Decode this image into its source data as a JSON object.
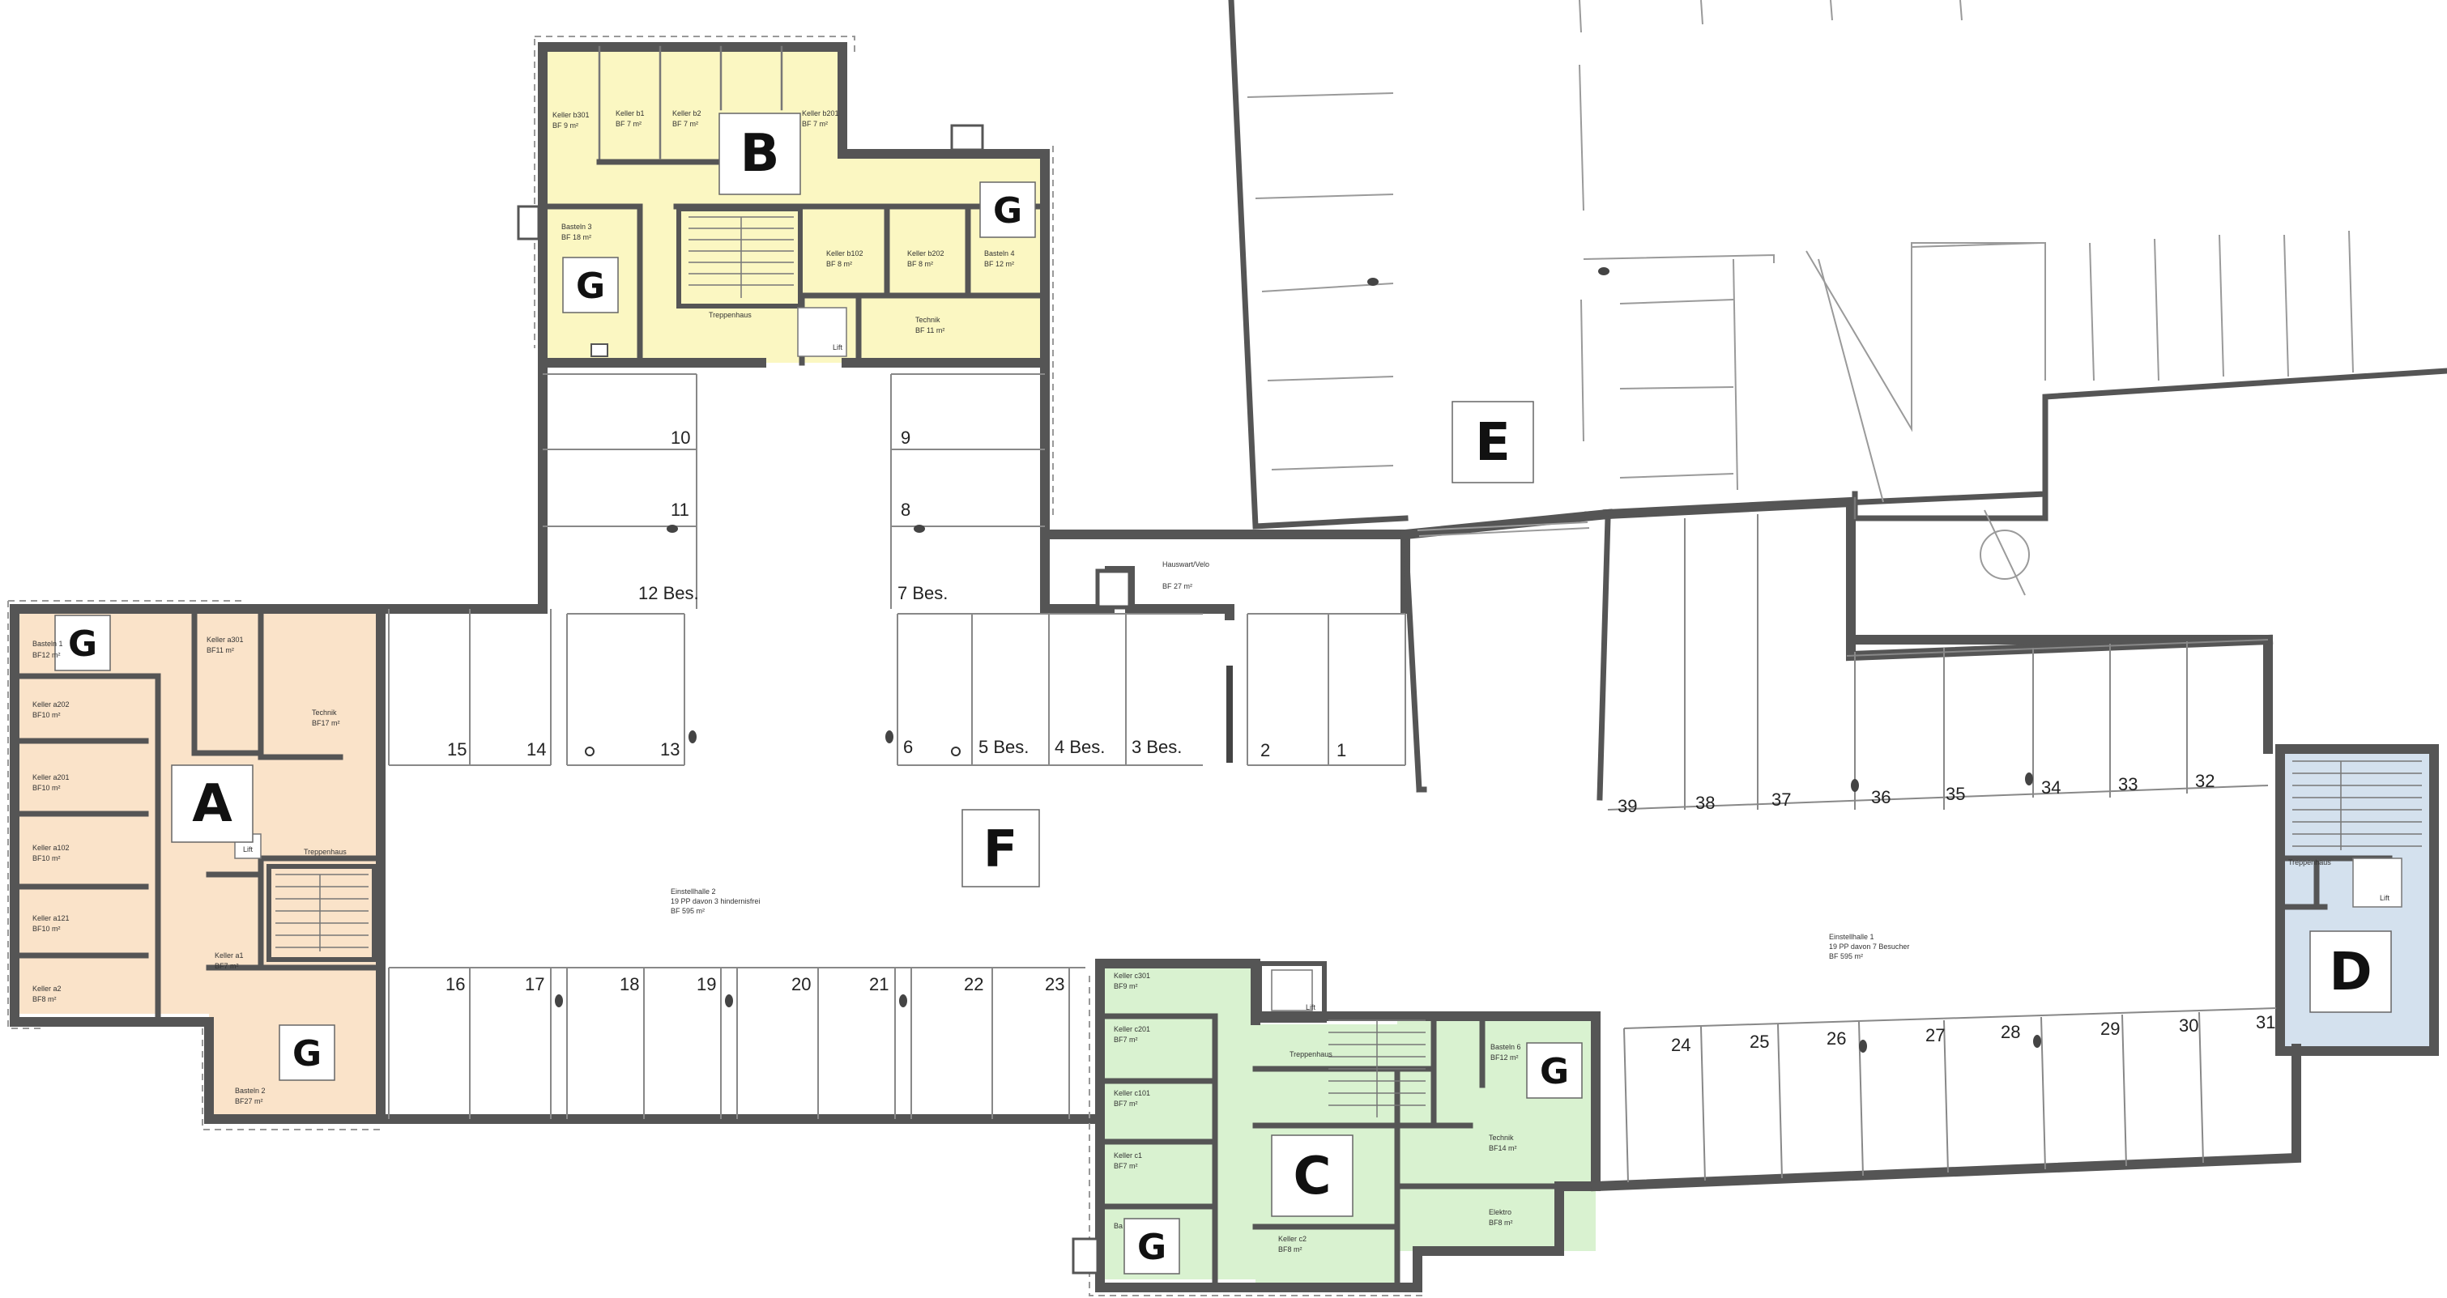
{
  "zones": {
    "A": "A",
    "B": "B",
    "C": "C",
    "D": "D",
    "E": "E",
    "F": "F",
    "G": "G"
  },
  "building_a": {
    "basteln1": "Basteln 1",
    "basteln1_bf": "BF12 m²",
    "keller_a301": "Keller a301",
    "keller_a301_bf": "BF11 m²",
    "technik": "Technik",
    "technik_bf": "BF17 m²",
    "keller_a202": "Keller a202",
    "keller_a202_bf": "BF10 m²",
    "keller_a201": "Keller a201",
    "keller_a201_bf": "BF10 m²",
    "keller_a102": "Keller a102",
    "keller_a102_bf": "BF10 m²",
    "keller_a121": "Keller a121",
    "keller_a121_bf": "BF10 m²",
    "keller_a2": "Keller a2",
    "keller_a2_bf": "BF8 m²",
    "keller_a1": "Keller a1",
    "keller_a1_bf": "BF7 m²",
    "treppenhaus": "Treppenhaus",
    "lift": "Lift",
    "basteln2": "Basteln 2",
    "basteln2_bf": "BF27 m²"
  },
  "building_b": {
    "keller_b301": "Keller b301",
    "keller_b301_bf": "BF 9 m²",
    "keller_b1": "Keller b1",
    "keller_b1_bf": "BF 7 m²",
    "keller_b2": "Keller b2",
    "keller_b2_bf": "BF 7 m²",
    "keller_b201": "Keller b201",
    "keller_b201_bf": "BF 7 m²",
    "basteln3": "Basteln 3",
    "basteln3_bf": "BF 18 m²",
    "keller_b102": "Keller b102",
    "keller_b102_bf": "BF 8 m²",
    "keller_b202": "Keller b202",
    "keller_b202_bf": "BF 8 m²",
    "basteln4": "Basteln 4",
    "basteln4_bf": "BF 12 m²",
    "treppenhaus": "Treppenhaus",
    "lift": "Lift",
    "technik": "Technik",
    "technik_bf": "BF 11 m²"
  },
  "building_c": {
    "keller_c301": "Keller c301",
    "keller_c301_bf": "BF9 m²",
    "lift": "Lift",
    "keller_c201": "Keller c201",
    "keller_c201_bf": "BF7 m²",
    "treppenhaus": "Treppenhaus",
    "basteln6": "Basteln 6",
    "basteln6_bf": "BF12 m²",
    "keller_c101": "Keller c101",
    "keller_c101_bf": "BF7 m²",
    "technik": "Technik",
    "technik_bf": "BF14 m²",
    "keller_c1": "Keller c1",
    "keller_c1_bf": "BF7 m²",
    "elektro": "Elektro",
    "elektro_bf": "BF8 m²",
    "ba": "Ba",
    "keller_c2": "Keller c2",
    "keller_c2_bf": "BF8 m²"
  },
  "building_d": {
    "treppenhaus": "Treppenhaus",
    "lift": "Lift"
  },
  "hauswart": {
    "name": "Hauswart/Velo",
    "bf": "BF 27 m²"
  },
  "einstellhalle2": {
    "name": "Einstellhalle 2",
    "pp": "19 PP davon 3 hindernisfrei",
    "bf": "BF 595 m²"
  },
  "einstellhalle1": {
    "name": "Einstellhalle 1",
    "pp": "19 PP davon 7 Besucher",
    "bf": "BF 595 m²"
  },
  "parking": {
    "p10": "10",
    "p11": "11",
    "p12": "12 Bes.",
    "p9": "9",
    "p8": "8",
    "p7": "7 Bes.",
    "p15": "15",
    "p14": "14",
    "p13": "13",
    "p6": "6",
    "p5": "5 Bes.",
    "p4": "4 Bes.",
    "p3": "3 Bes.",
    "p2": "2",
    "p1": "1",
    "p16": "16",
    "p17": "17",
    "p18": "18",
    "p19": "19",
    "p20": "20",
    "p21": "21",
    "p22": "22",
    "p23": "23",
    "p39": "39",
    "p38": "38",
    "p37": "37",
    "p36": "36",
    "p35": "35",
    "p34": "34",
    "p33": "33",
    "p32": "32",
    "p24": "24",
    "p25": "25",
    "p26": "26",
    "p27": "27",
    "p28": "28",
    "p29": "29",
    "p30": "30",
    "p31": "31"
  },
  "colors": {
    "building_a": "#fae3c9",
    "building_b": "#fbf7c2",
    "building_c": "#d9f2d0",
    "building_d": "#d4e1ee"
  }
}
